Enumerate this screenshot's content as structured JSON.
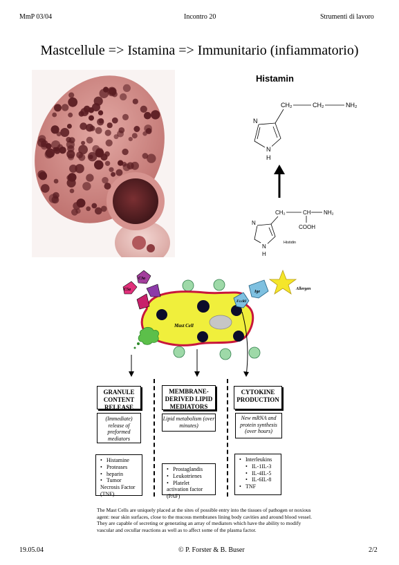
{
  "header": {
    "left": "MmP 03/04",
    "center": "Incontro 20",
    "right": "Strumenti di lavoro"
  },
  "title": "Mastcellule => Istamina => Immunitario (infiammatorio)",
  "histamine": {
    "title": "Histamin",
    "sidechain": [
      "CH₂",
      "CH₂",
      "NH₂"
    ],
    "ring_n": "N",
    "ring_nh": "N",
    "ring_h": "H",
    "precursor_chain": [
      "CH₂",
      "CH",
      "NH₂"
    ],
    "precursor_acid": "COOH",
    "precursor_label": "Histidin"
  },
  "diagram": {
    "cell_label": "Mast Cell",
    "c5a": "C5a",
    "c3a": "C3a",
    "fceri": "FcεRI",
    "ige": "Ige",
    "allergen": "Allergen",
    "columns": [
      {
        "title": "GRANULE CONTENT RELEASE",
        "desc": "(Immediate) release of preformed mediators",
        "items": [
          {
            "text": "Histamine",
            "sub": false
          },
          {
            "text": "Proteases",
            "sub": false
          },
          {
            "text": "heparin",
            "sub": false
          },
          {
            "text": "Tumor Necrosis Factor (TNF)",
            "sub": false
          }
        ]
      },
      {
        "title": "MEMBRANE-DERIVED LIPID MEDIATORS",
        "desc": "Lipid metabolism (over minutes)",
        "items": [
          {
            "text": "Prostaglandis",
            "sub": false
          },
          {
            "text": "Leukotrienes",
            "sub": false
          },
          {
            "text": "Platelet activation factor (PAF)",
            "sub": false
          }
        ]
      },
      {
        "title": "CYTOKINE PRODUCTION",
        "desc": "New mRNA and protein synthesis (over hours)",
        "items": [
          {
            "text": "Interleukins",
            "sub": false
          },
          {
            "text": "IL-1IL-3",
            "sub": true
          },
          {
            "text": "IL-4IL-5",
            "sub": true
          },
          {
            "text": "IL-6IL-8",
            "sub": true
          },
          {
            "text": "TNF",
            "sub": false
          }
        ]
      }
    ]
  },
  "caption": "The Mast Cells are uniquely placed at the sites of possible entry into the tissues of pathogen or noxious agent: near skin surfaces, close to the mucous membranes lining body cavities and around blood vessel. They are capable of secreting or generating an array of mediators which have the ability to modify vascular and cecullar reactions as well as to affect some of the plasma factor.",
  "footer": {
    "left": "19.05.04",
    "center": "© P. Forster & B. Buser",
    "right": "2/2"
  },
  "colors": {
    "cell_fill": "#f0ef3c",
    "cell_border": "#c8163c",
    "granule": "#0c0c2a",
    "receptor": "#7ec0e0",
    "allergen": "#f5e62a",
    "c5a": "#e0307a",
    "c3a": "#a33e9c",
    "vesicle": "#9ed9a8"
  }
}
